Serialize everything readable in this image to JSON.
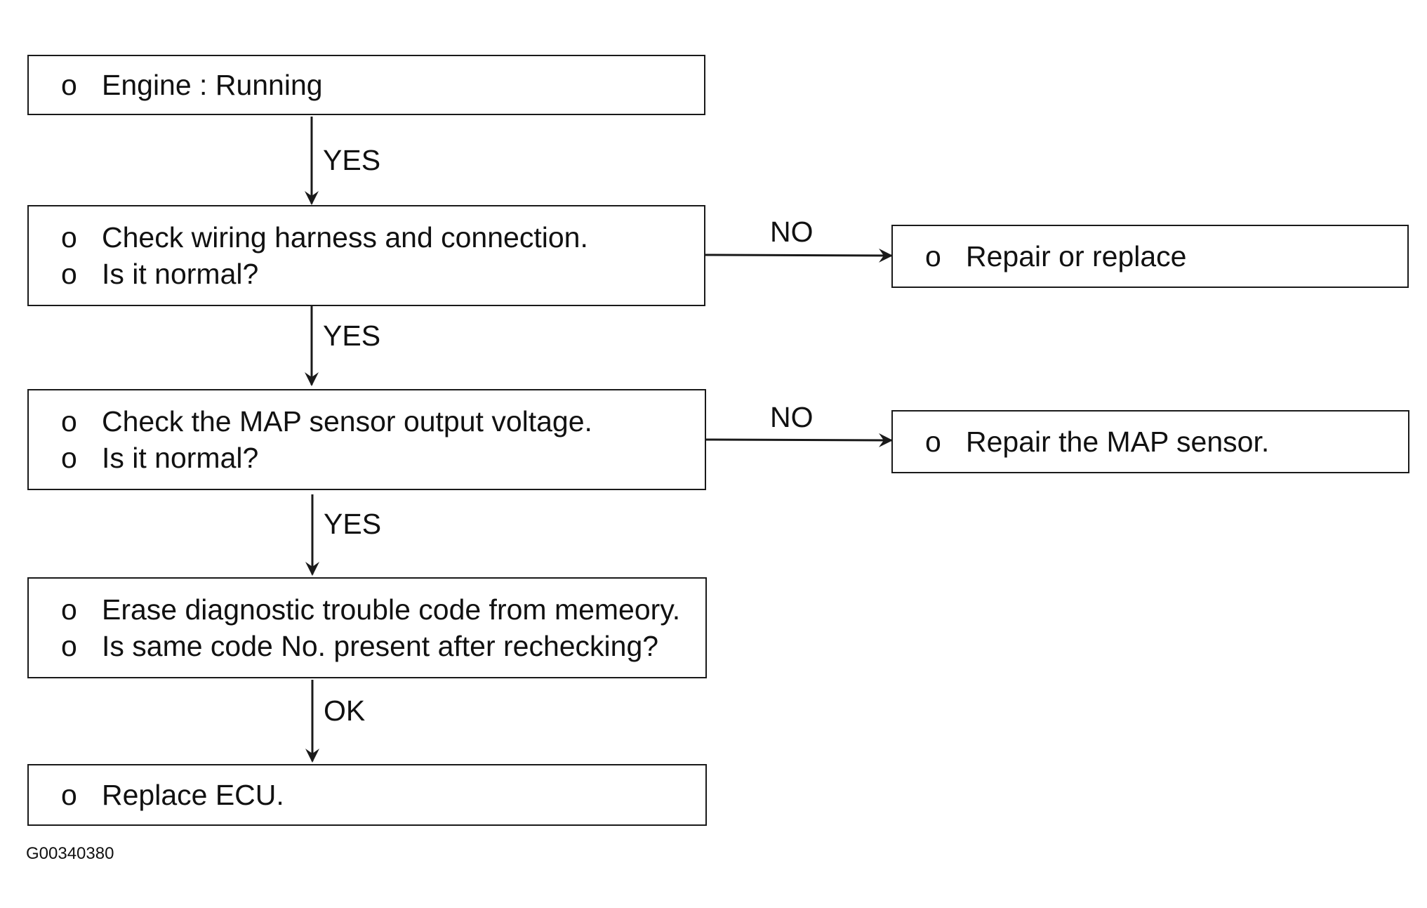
{
  "flowchart": {
    "nodes": [
      {
        "id": "engine-running",
        "bullet": "o",
        "lines": [
          "Engine : Running"
        ]
      },
      {
        "id": "check-wiring",
        "bullet": "o",
        "lines": [
          "Check wiring harness and connection.",
          "Is it normal?"
        ]
      },
      {
        "id": "repair-or-replace",
        "bullet": "o",
        "lines": [
          "Repair or replace"
        ]
      },
      {
        "id": "check-map-voltage",
        "bullet": "o",
        "lines": [
          "Check the MAP sensor output voltage.",
          "Is it normal?"
        ]
      },
      {
        "id": "repair-map-sensor",
        "bullet": "o",
        "lines": [
          "Repair the MAP sensor."
        ]
      },
      {
        "id": "erase-dtc",
        "bullet": "o",
        "lines": [
          "Erase diagnostic trouble code from memeory.",
          "Is same code No. present after rechecking?"
        ]
      },
      {
        "id": "replace-ecu",
        "bullet": "o",
        "lines": [
          "Replace ECU."
        ]
      }
    ],
    "edges": [
      {
        "from": "engine-running",
        "to": "check-wiring",
        "label": "YES"
      },
      {
        "from": "check-wiring",
        "to": "repair-or-replace",
        "label": "NO"
      },
      {
        "from": "check-wiring",
        "to": "check-map-voltage",
        "label": "YES"
      },
      {
        "from": "check-map-voltage",
        "to": "repair-map-sensor",
        "label": "NO"
      },
      {
        "from": "check-map-voltage",
        "to": "erase-dtc",
        "label": "YES"
      },
      {
        "from": "erase-dtc",
        "to": "replace-ecu",
        "label": "OK"
      }
    ],
    "figure_id": "G00340380",
    "line_color": "#1a1a1a"
  }
}
